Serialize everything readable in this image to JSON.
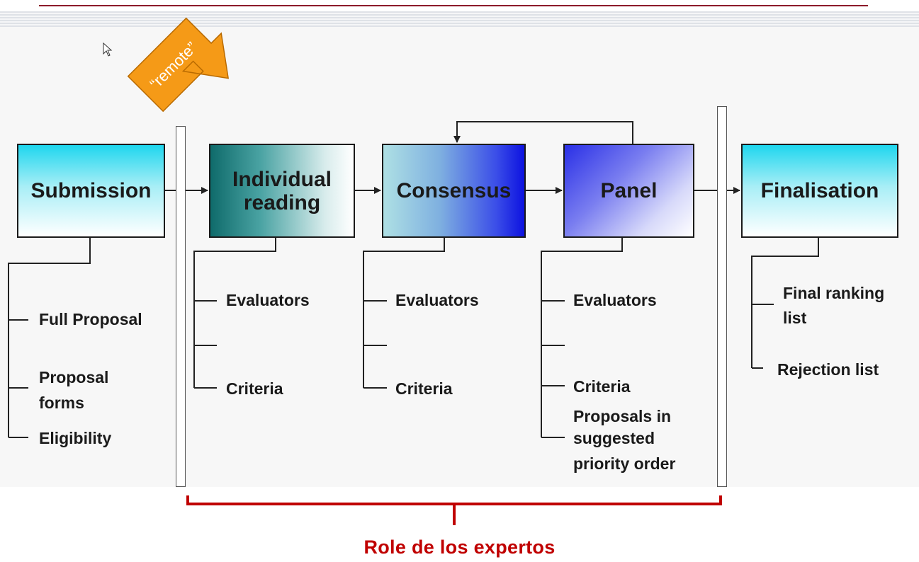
{
  "stages": {
    "submission": "Submission",
    "individual_line1": "Individual",
    "individual_line2": "reading",
    "consensus": "Consensus",
    "panel": "Panel",
    "finalisation": "Finalisation"
  },
  "remote_label": "“remote”",
  "submission_items": [
    "Full Proposal",
    "Proposal",
    "forms",
    "Eligibility"
  ],
  "individual_items": [
    "Evaluators",
    "Criteria"
  ],
  "consensus_items": [
    "Evaluators",
    "Criteria"
  ],
  "panel_items": [
    "Evaluators",
    "Criteria",
    "Proposals in",
    "suggested",
    "priority order"
  ],
  "final_items": [
    "Final ranking",
    "list",
    "Rejection list"
  ],
  "brace_label": "Role de los expertos",
  "colors": {
    "accent_red": "#c00000",
    "remote_orange": "#f59a17"
  }
}
